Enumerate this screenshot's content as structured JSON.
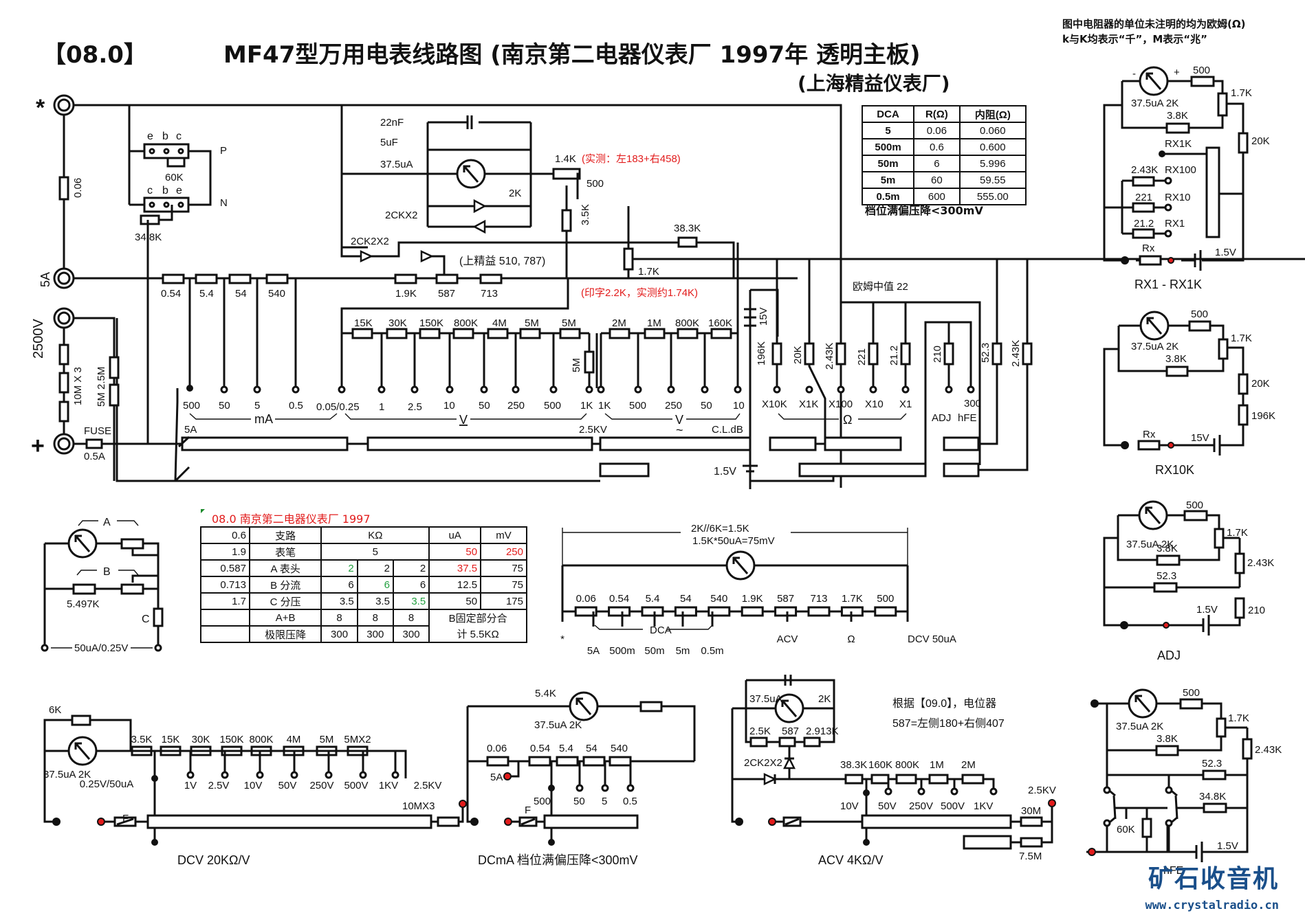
{
  "header": {
    "code": "【08.0】",
    "title": "MF47型万用电表线路图 (南京第二电器仪表厂 1997年  透明主板)",
    "subtitle": "(上海精益仪表厂)",
    "note_line1": "图中电阻器的单位未注明的均为欧姆(Ω)",
    "note_line2": "k与K均表示“千”，M表示“兆”"
  },
  "main_schematic": {
    "terminals": {
      "common": "*",
      "amp5": "5A",
      "hv": "2500V",
      "plus": "+"
    },
    "shunt_labels": [
      "0.06",
      "0.54",
      "5.4",
      "54",
      "540"
    ],
    "bridge_labels": [
      "1.9K",
      "587",
      "713"
    ],
    "bridge_note": "(上精益 510, 787)",
    "transistor_top_pins": [
      "e",
      "b",
      "c"
    ],
    "transistor_bottom_pins": [
      "c",
      "b",
      "e"
    ],
    "transistor_labels": {
      "p": "P",
      "n": "N",
      "r60k": "60K",
      "r348k": "34.8K"
    },
    "meter_caps": [
      "22nF",
      "5uF"
    ],
    "meter_label": "37.5uA",
    "meter_2k": "2K",
    "pot_1k4": "1.4K",
    "pot_1k4_note": "(实测：左183+右458)",
    "pot_500": "500",
    "r_3k5": "3.5K",
    "diode_2ckx2": "2CKX2",
    "diode_2ck2x2": "2CK2X2",
    "r_38k3": "38.3K",
    "pot_1k7": "1.7K",
    "pot_1k7_note": "(印字2.2K，实测约1.74K)",
    "dcv_resistors": [
      "15K",
      "30K",
      "150K",
      "800K",
      "4M",
      "5M",
      "5M"
    ],
    "dcv_vertical_5m": "5M",
    "acv_resistors": [
      "2M",
      "1M",
      "800K",
      "160K"
    ],
    "battery_15v": "15V",
    "battery_1v5": "1.5V",
    "ohm_resistors": [
      "196K",
      "20K",
      "2.43K",
      "221",
      "21.2"
    ],
    "adj_resistors": [
      "210"
    ],
    "other_resistors": [
      "52.3",
      "2.43K"
    ],
    "ohm_center_note": "欧姆中值 22",
    "hv_resistors": "10M X 3",
    "hv_resistors2": "5M 2.5M",
    "fuse_label": "FUSE",
    "fuse_value": "0.5A",
    "r006_label": "0.06",
    "ma_positions": [
      "500",
      "50",
      "5",
      "0.5",
      "0.05/0.25"
    ],
    "v_positions": [
      "1",
      "2.5",
      "10",
      "50",
      "250",
      "500",
      "1K"
    ],
    "acv_positions": [
      "1K",
      "500",
      "250",
      "50",
      "10"
    ],
    "ohm_positions": [
      "X10K",
      "X1K",
      "X100",
      "X10",
      "X1"
    ],
    "adj_positions": [
      "ADJ",
      "300",
      "hFE"
    ],
    "group_labels": {
      "ma": "mA",
      "dcv": "V",
      "acv": "V",
      "ohm": "Ω",
      "acv_tilde": "~"
    },
    "switch_labels": {
      "a5": "5A",
      "kv25": "2.5KV",
      "cldb": "C.L.dB"
    }
  },
  "dca_table": {
    "headers": [
      "DCA",
      "R(Ω)",
      "内阻(Ω)"
    ],
    "rows": [
      [
        "5",
        "0.06",
        "0.060"
      ],
      [
        "500m",
        "0.6",
        "0.600"
      ],
      [
        "50m",
        "6",
        "5.996"
      ],
      [
        "5m",
        "60",
        "59.55"
      ],
      [
        "0.5m",
        "600",
        "555.00"
      ]
    ],
    "footnote": "档位满偏压降<300mV"
  },
  "rx1_rx1k": {
    "title": "RX1 - RX1K",
    "meter": "37.5uA  2K",
    "labels": [
      "500",
      "1.7K",
      "3.8K",
      "20K",
      "RX1K",
      "2.43K",
      "RX100",
      "221",
      "RX10",
      "21.2",
      "RX1",
      "Rx",
      "1.5V"
    ],
    "plus": "+",
    "minus": "-"
  },
  "rx10k": {
    "title": "RX10K",
    "meter": "37.5uA  2K",
    "labels": [
      "500",
      "1.7K",
      "3.8K",
      "20K",
      "196K",
      "Rx",
      "15V"
    ]
  },
  "adj": {
    "title": "ADJ",
    "meter": "37.5uA  2K",
    "labels": [
      "500",
      "1.7K",
      "3.8K",
      "2.43K",
      "52.3",
      "210",
      "1.5V"
    ]
  },
  "hfe": {
    "title": "hFE",
    "meter": "37.5uA  2K",
    "labels": [
      "500",
      "1.7K",
      "3.8K",
      "2.43K",
      "52.3",
      "34.8K",
      "60K",
      "1.5V"
    ]
  },
  "abc_circuit": {
    "labels": [
      "A",
      "B",
      "C",
      "5.497K"
    ],
    "span": "50uA/0.25V"
  },
  "branch_table": {
    "title": "08.0  南京第二电器仪表厂 1997",
    "rows": [
      {
        "c0": "0.6",
        "c1": "支路",
        "k": "KΩ",
        "ua": "uA",
        "mv": "mV"
      },
      {
        "c0": "1.9",
        "c1": "表笔",
        "k": "5",
        "ua": "50",
        "mv": "250"
      },
      {
        "c0": "0.587",
        "c1": "A 表头",
        "k1": "2",
        "k2": "2",
        "k3": "2",
        "ua": "37.5",
        "mv": "75"
      },
      {
        "c0": "0.713",
        "c1": "B 分流",
        "k1": "6",
        "k2": "6",
        "k3": "6",
        "ua": "12.5",
        "mv": "75"
      },
      {
        "c0": "1.7",
        "c1": "C 分压",
        "k1": "3.5",
        "k2": "3.5",
        "k3": "3.5",
        "ua": "50",
        "mv": "175"
      },
      {
        "c0": "",
        "c1": "A+B",
        "k1": "8",
        "k2": "8",
        "k3": "8",
        "note": "B固定部分合"
      },
      {
        "c0": "",
        "c1": "极限压降",
        "k1": "300",
        "k2": "300",
        "k3": "300",
        "note": "计 5.5KΩ"
      }
    ]
  },
  "chain_diagram": {
    "formula1": "2K//6K=1.5K",
    "formula2": "1.5K*50uA=75mV",
    "resistors": [
      "0.06",
      "0.54",
      "5.4",
      "54",
      "540",
      "1.9K",
      "587",
      "713",
      "1.7K",
      "500"
    ],
    "taps": [
      "*",
      "5A",
      "500m",
      "50m",
      "5m",
      "0.5m",
      "ACV",
      "Ω",
      "DCV 50uA"
    ],
    "dca_label": "DCA"
  },
  "dcv_circuit": {
    "title": "DCV   20KΩ/V",
    "meter": "37.5uA 2K",
    "shunt": "6K",
    "resistors": [
      "3.5K",
      "15K",
      "30K",
      "150K",
      "800K",
      "4M",
      "5M",
      "5MX2"
    ],
    "ranges": [
      "0.25V/50uA",
      "1V",
      "2.5V",
      "10V",
      "50V",
      "250V",
      "500V",
      "1KV",
      "2.5KV"
    ],
    "hv": "10MX3",
    "fuse": "F"
  },
  "dcma_circuit": {
    "title": "DCmA  档位满偏压降<300mV",
    "meter": "37.5uA 2K",
    "series": "5.4K",
    "resistors": [
      "0.06",
      "0.54",
      "5.4",
      "54",
      "540"
    ],
    "ranges": [
      "5A",
      "500",
      "50",
      "5",
      "0.5"
    ],
    "fuse": "F"
  },
  "acv_circuit": {
    "title": "ACV   4KΩ/V",
    "meter": "37.5uA",
    "meter_r": "2K",
    "bridge": [
      "2.5K",
      "587",
      "2.913K"
    ],
    "diode": "2CK2X2",
    "resistors": [
      "38.3K",
      "160K",
      "800K",
      "1M",
      "2M"
    ],
    "ranges": [
      "10V",
      "50V",
      "250V",
      "500V",
      "1KV",
      "2.5KV"
    ],
    "hv": [
      "30M",
      "7.5M"
    ],
    "note1": "根据【09.0】，电位器",
    "note2": "587=左侧180+右侧407"
  },
  "logo": {
    "name": "矿石收音机",
    "url": "www.crystalradio.cn"
  }
}
